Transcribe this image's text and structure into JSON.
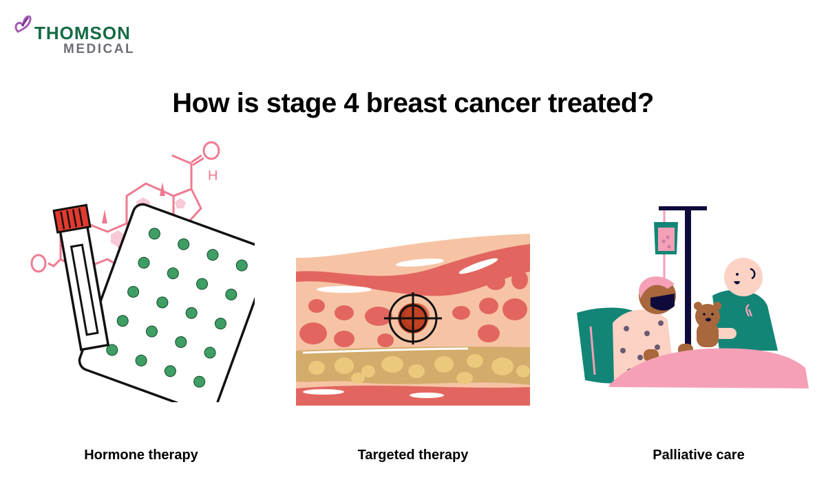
{
  "brand": {
    "name_line1": "THOMSON",
    "name_line2": "MEDICAL",
    "logo_icon": "butterfly-heart-icon",
    "colors": {
      "primary_green": "#146b43",
      "grey": "#6e6e77",
      "purple": "#8a3b97"
    }
  },
  "page": {
    "title": "How is stage 4 breast cancer treated?"
  },
  "treatments": [
    {
      "label": "Hormone therapy",
      "illustration": "hormone-molecule-pill-pack-illustration",
      "accent": "#ef7a90"
    },
    {
      "label": "Targeted therapy",
      "illustration": "tissue-target-crosshair-illustration",
      "accent": "#e2665f"
    },
    {
      "label": "Palliative care",
      "illustration": "patient-bed-iv-caregiver-illustration",
      "accent": "#f5a0b7"
    }
  ]
}
